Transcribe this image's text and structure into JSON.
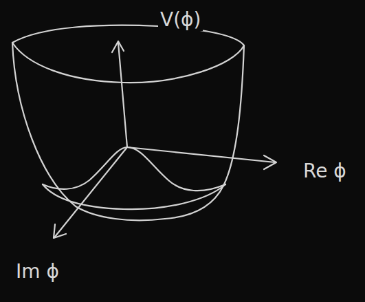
{
  "diagram": {
    "labels": [
      "V(ϕ)",
      "Re ϕ",
      "Im ϕ"
    ]
  }
}
